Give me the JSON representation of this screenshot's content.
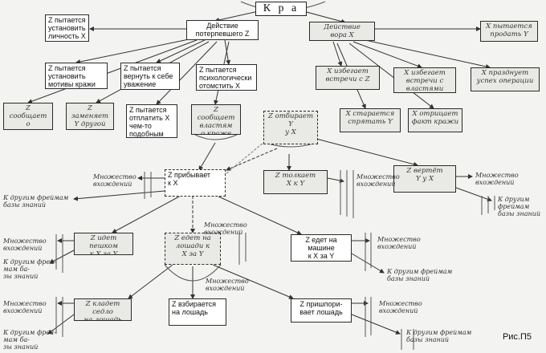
{
  "title": "К р а ж а",
  "figure_label": "Рис.П5",
  "nodes": {
    "victim_action": "Действие\nпотерпевшего Z",
    "thief_action": "Действие\nвора X",
    "z_establish_identity": "Z пытается\nустановить\nличность X",
    "z_establish_motive": "Z пытается\nустановить\nмотивы кражи",
    "z_regain_respect": "Z пытается\nвернуть к себе\nуважение",
    "z_psych_revenge": "Z пытается\nпсихологически\nотомстить X",
    "z_notify_victims": "Z сообщает\nо случивши-\nся X",
    "z_replace": "Z заменяет\nY другой\nвещью",
    "z_repay": "Z пытается\nотплатить X\nчем-то\nподобным",
    "z_inform_authorities": "Z сообщает\nвластям\nо краже",
    "x_sell": "X пытается\nпродать Y",
    "x_avoid_z": "X избегает\nвстречи с Z",
    "x_avoid_auth": "X избегает\nвстречи с\nвластями",
    "x_celebrate": "X празднует\nуспех операции",
    "x_hide": "X старается\nспрятать Y",
    "x_deny": "X отрицает\nфакт кражи",
    "z_take_back": "Z отбирает Y\nу X",
    "z_arrives": "Z прибывает\nк X",
    "z_push": "Z толкает\nX к Y",
    "z_return": "Z вертёт\nY у X",
    "z_walk": "Z идет пешком\nк X за Y",
    "z_ride_horse": "Z едет на\nлошади к\nX за Y",
    "z_drive": "Z едет на\nмашине\nк X за Y",
    "z_saddle": "Z кладет седло\nна лошадь",
    "z_mount": "Z взбирается\nна лошадь",
    "z_spur": "Z пришпори-\nвает лошадь"
  },
  "side_labels": {
    "many_entries": "Множество\nвхождений",
    "other_frames": "К другим фреймам\nбазы знаний",
    "other_frames_short": "К другим\nфреймам\nбазы знаний",
    "other_frames_split": "К другим фрей-\nмам ба-\nзы знаний"
  }
}
